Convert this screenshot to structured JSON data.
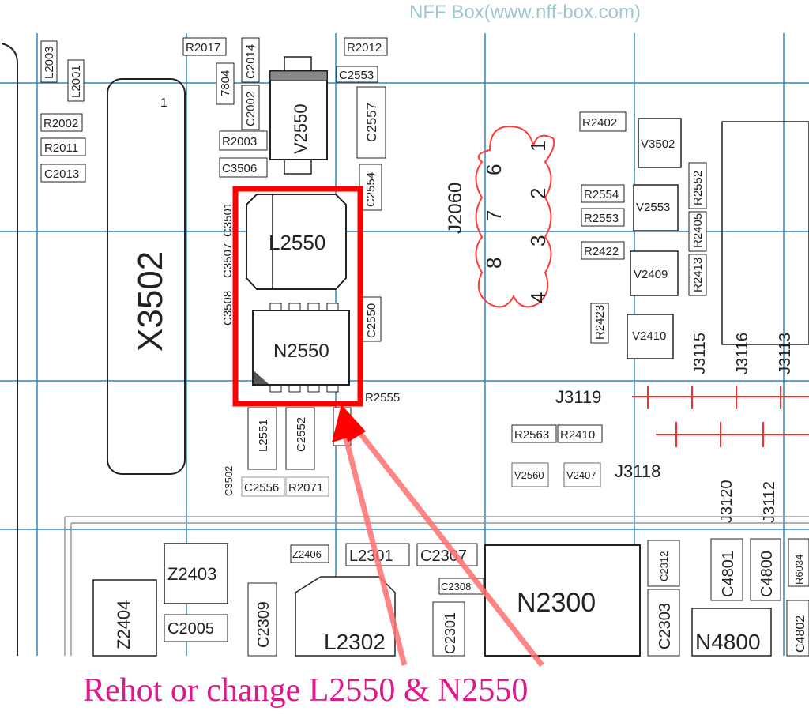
{
  "watermark": "NFF Box(www.nff-box.com)",
  "caption": "Rehot or change L2550 & N2550",
  "colors": {
    "gridline": "#2f86c6",
    "highlight": "#ff0000",
    "caption": "#e0188c",
    "connector": "#ff3b3b",
    "testpoint": "#ff2a2a"
  },
  "components": {
    "X3502": "X3502",
    "X3502_pin": "1",
    "L2550": "L2550",
    "N2550": "N2550",
    "V2550": "V2550",
    "R2017": "R2017",
    "R2012": "R2012",
    "C2014": "C2014",
    "7804": "7804",
    "C2553": "C2553",
    "C2002": "C2002",
    "C2557": "C2557",
    "R2003": "R2003",
    "C3506": "C3506",
    "C2554": "C2554",
    "C3501": "C3501",
    "C3507": "C3507",
    "C3508": "C3508",
    "C2550": "C2550",
    "R2555": "R2555",
    "L2551": "L2551",
    "C2552": "C2552",
    "C3502": "C3502",
    "C2556": "C2556",
    "R2071": "R2071",
    "L2003": "L2003",
    "L2001": "L2001",
    "R2002": "R2002",
    "R2011": "R2011",
    "C2013": "C2013",
    "J2060": "J2060",
    "R2402": "R2402",
    "V3502": "V3502",
    "R2554": "R2554",
    "R2553": "R2553",
    "V2553": "V2553",
    "R2552": "R2552",
    "R2405": "R2405",
    "R2422": "R2422",
    "V2409": "V2409",
    "R2413": "R2413",
    "R2423": "R2423",
    "V2410": "V2410",
    "R2563": "R2563",
    "R2410": "R2410",
    "V2560": "V2560",
    "V2407": "V2407",
    "Z2403": "Z2403",
    "Z2404": "Z2404",
    "Z2406": "Z2406",
    "C2005": "C2005",
    "C2309": "C2309",
    "L2302": "L2302",
    "L2301": "L2301",
    "C2307": "C2307",
    "C2308": "C2308",
    "C2301": "C2301",
    "N2300": "N2300",
    "C2312": "C2312",
    "C2303": "C2303",
    "C4801": "C4801",
    "C4800": "C4800",
    "R6034": "R6034",
    "N4800": "N4800",
    "C4802": "C4802"
  },
  "connector_pins": [
    "1",
    "2",
    "3",
    "4",
    "6",
    "7",
    "8"
  ],
  "testpoints": {
    "J3119": "J3119",
    "J3118": "J3118",
    "J3115": "J3115",
    "J3116": "J3116",
    "J3113": "J3113",
    "J3120": "J3120",
    "J3112": "J3112"
  }
}
